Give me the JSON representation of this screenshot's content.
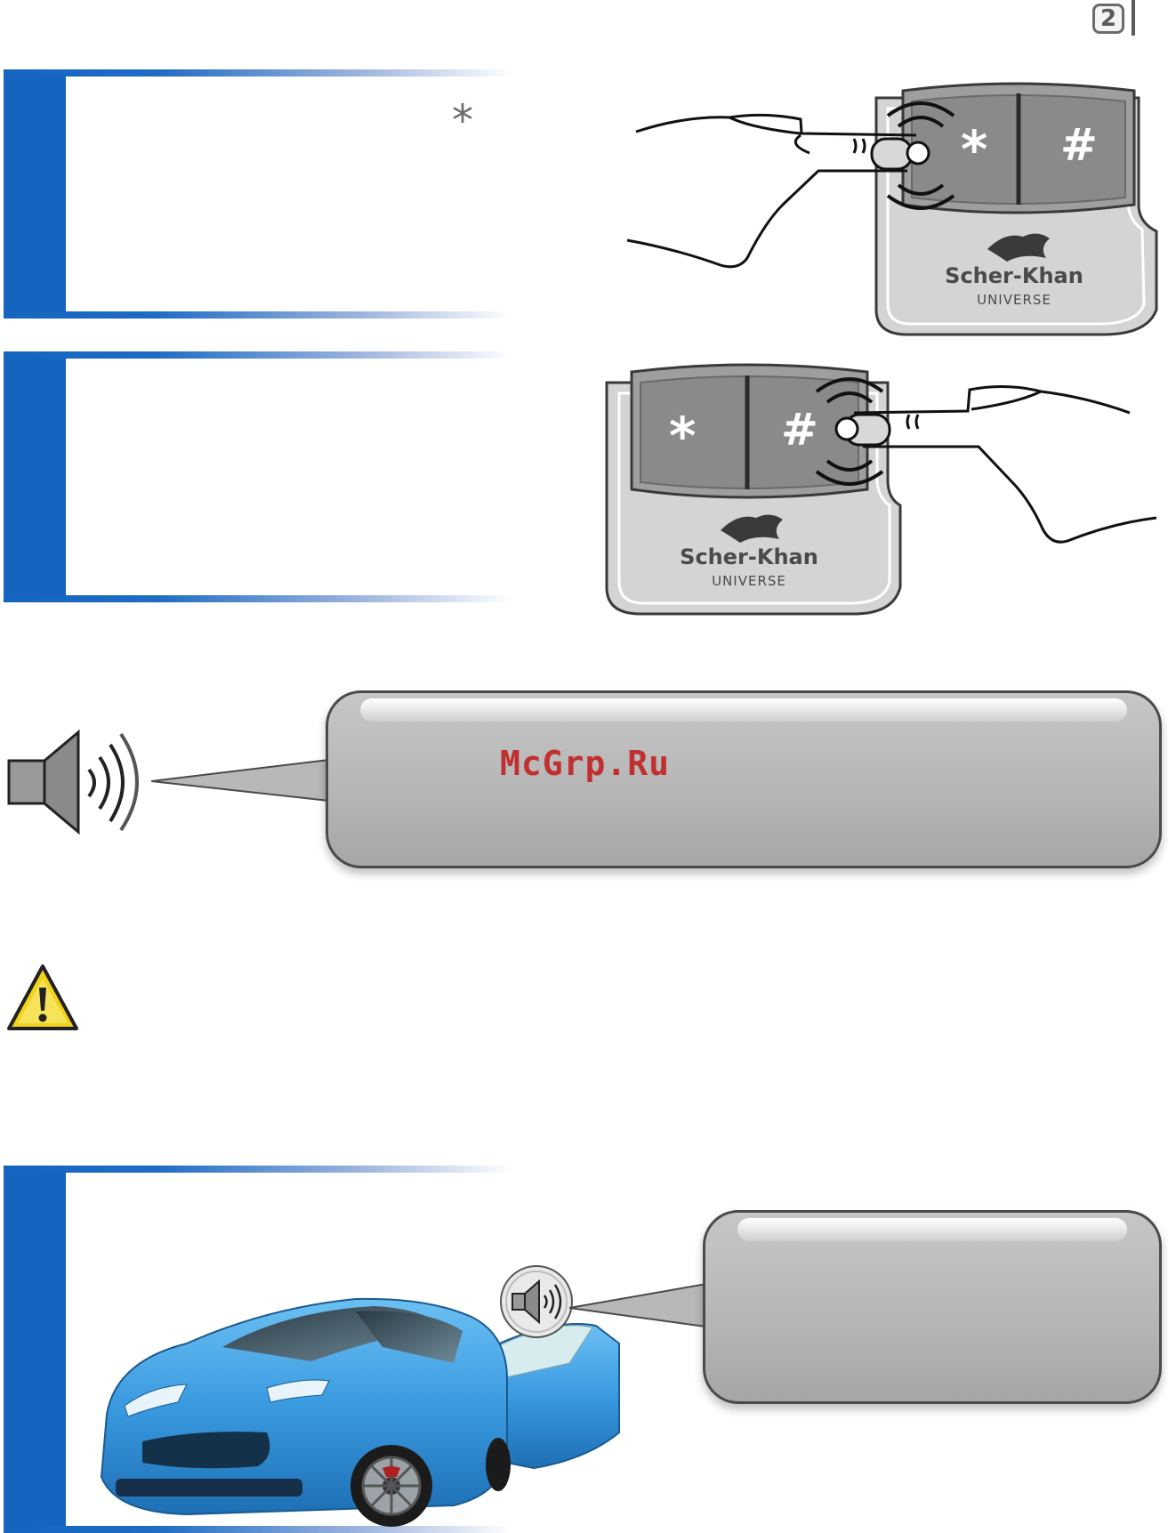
{
  "header": {
    "page_number": "2"
  },
  "panel1": {
    "star_symbol": "*"
  },
  "remote1": {
    "star_key": "*",
    "hash_key": "#",
    "brand": "Scher-Khan",
    "model": "UNIVERSE"
  },
  "remote2": {
    "star_key": "*",
    "hash_key": "#",
    "brand": "Scher-Khan",
    "model": "UNIVERSE"
  },
  "watermark": {
    "text": "McGrp.Ru"
  },
  "icons": {
    "speaker": "speaker-icon",
    "warning": "warning-triangle-icon",
    "small_speaker": "speaker-icon"
  },
  "colors": {
    "panel_blue": "#1565c0",
    "bubble_gray": "#b8b8b8",
    "car_blue": "#3a9ae0",
    "warning_yellow": "#f2d21b",
    "watermark_red": "#c03030"
  }
}
